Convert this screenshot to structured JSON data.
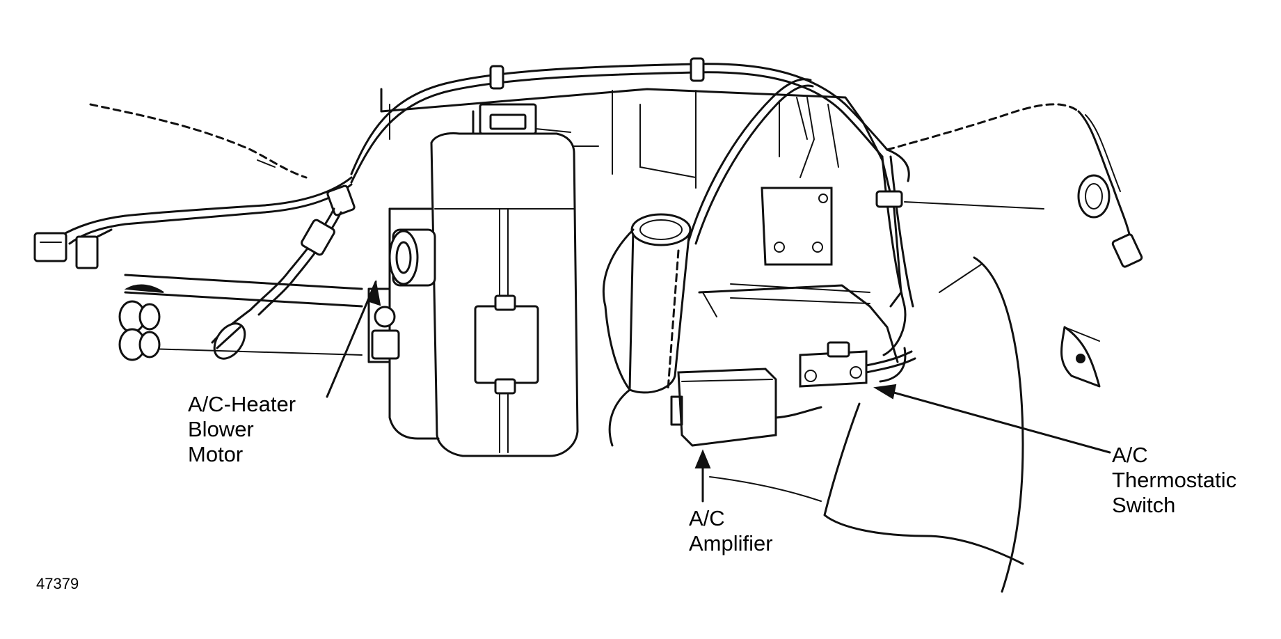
{
  "figure_number": "47379",
  "callouts": {
    "blower_motor": [
      "A/C-Heater",
      "Blower",
      "Motor"
    ],
    "amplifier": [
      "A/C",
      "Amplifier"
    ],
    "thermostatic_switch": [
      "A/C",
      "Thermostatic",
      "Switch"
    ]
  },
  "colors": {
    "ink": "#111111",
    "background": "#ffffff"
  }
}
